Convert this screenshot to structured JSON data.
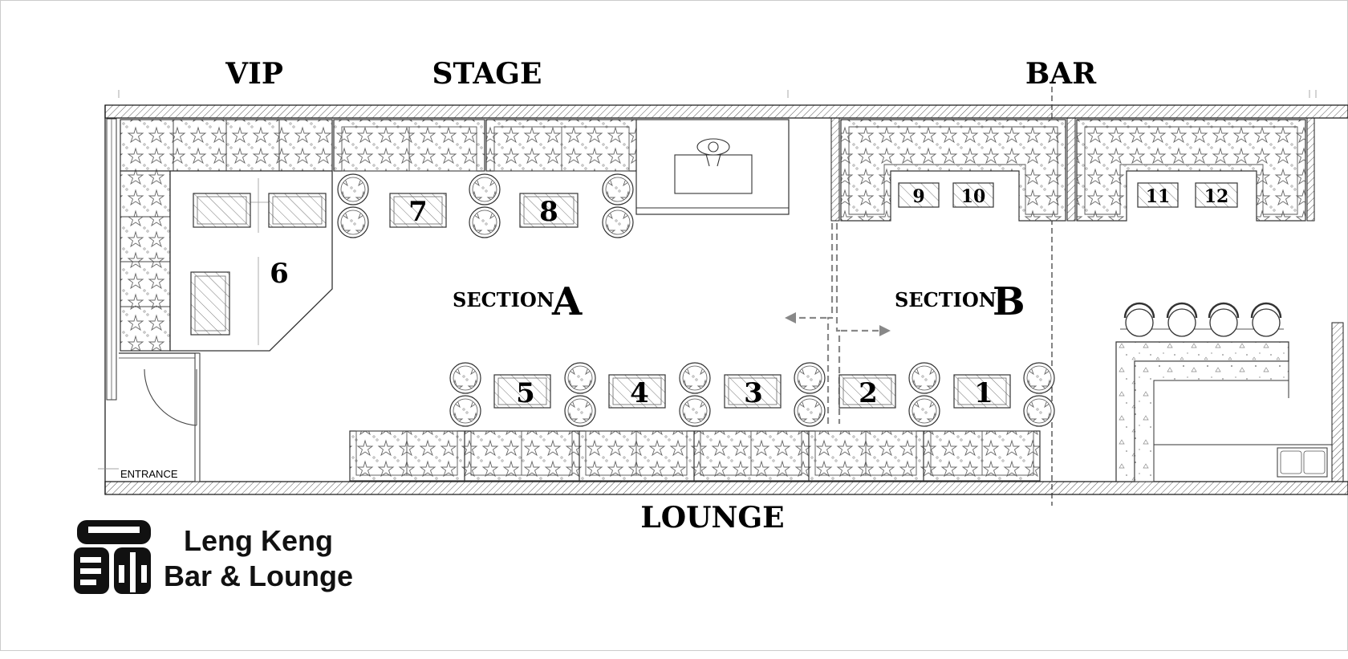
{
  "labels": {
    "vip": "VIP",
    "stage": "STAGE",
    "bar": "BAR",
    "lounge": "LOUNGE",
    "entrance": "ENTRANCE",
    "section_a_word": "SECTION",
    "section_a_letter": "A",
    "section_b_word": "SECTION",
    "section_b_letter": "B"
  },
  "tables": {
    "t1": "1",
    "t2": "2",
    "t3": "3",
    "t4": "4",
    "t5": "5",
    "t6": "6",
    "t7": "7",
    "t8": "8",
    "t9": "9",
    "t10": "10",
    "t11": "11",
    "t12": "12"
  },
  "brand": {
    "line1": "Leng Keng",
    "line2": "Bar & Lounge",
    "logo_icon": "leng-keng-logo-icon"
  },
  "colors": {
    "ink": "#000000",
    "dash": "#888888",
    "fill_pattern": "#555555"
  }
}
